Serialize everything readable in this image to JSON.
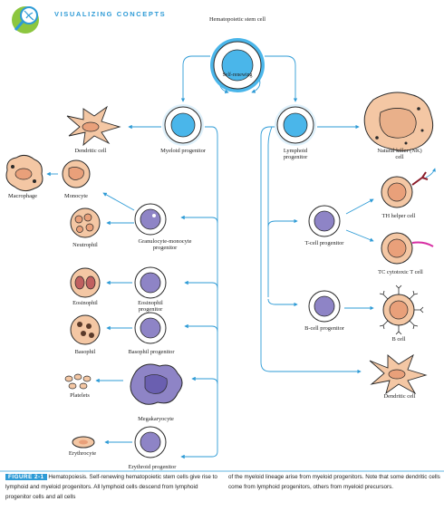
{
  "header": {
    "title": "VISUALIZING CONCEPTS",
    "icon": "dna-magnifier-logo"
  },
  "colors": {
    "accent_blue": "#2e9bd6",
    "nucleus_blue": "#4ab6ea",
    "lymph_purple": "#8e84c6",
    "cell_tan": "#f4c7a4",
    "cell_outline": "#2a2a2a",
    "highlight_pink": "#d72fa3"
  },
  "labels": {
    "stem": "Hematopoietic stem cell",
    "self_renew": "Self-renewing",
    "myeloid": "Myeloid progenitor",
    "lymphoid": "Lymphoid progenitor",
    "nk": "Natural killer (NK) cell",
    "dendritic_left": "Dendritic cell",
    "macrophage": "Macrophage",
    "monocyte": "Monocyte",
    "neutrophil": "Neutrophil",
    "gm_prog": "Granulocyte-monocyte progenitor",
    "eosinophil": "Eosinophil",
    "eos_prog": "Eosinophil progenitor",
    "basophil": "Basophil",
    "baso_prog": "Basophil progenitor",
    "platelets": "Platelets",
    "megakaryocyte": "Megakaryocyte",
    "erythrocyte": "Erythrocyte",
    "ery_prog": "Erythroid progenitor",
    "tcell": "T-cell progenitor",
    "th": "TH helper cell",
    "tc": "TC cytotoxic T cell",
    "bcell_prog": "B-cell progenitor",
    "bcell": "B cell",
    "dendritic_right": "Dendritic cell"
  },
  "caption": {
    "figure": "FIGURE 2-1",
    "col1": "Hematopoiesis. Self-renewing hematopoietic stem cells give rise to lymphoid and myeloid progenitors. All lymphoid cells descend from lymphoid progenitor cells and all cells",
    "col2": "of the myeloid lineage arise from myeloid progenitors. Note that some dendritic cells come from lymphoid progenitors, others from myeloid precursors."
  }
}
